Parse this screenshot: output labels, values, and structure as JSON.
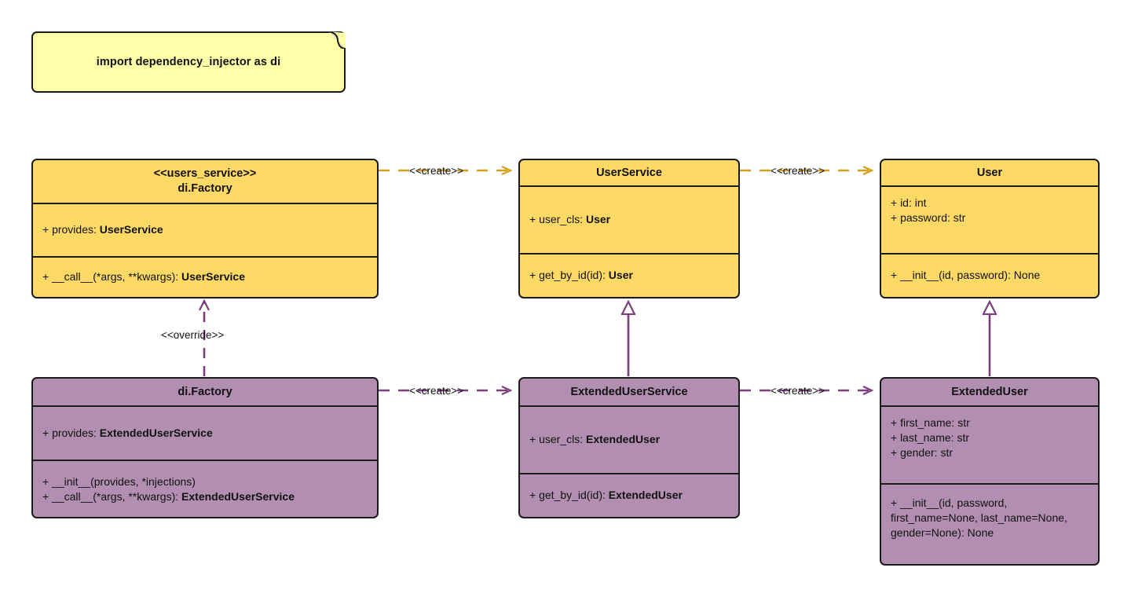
{
  "diagram": {
    "type": "uml-class-diagram",
    "background": "#ffffff",
    "palette": {
      "note_fill": "#ffffaa",
      "yellow_fill": "#ffd966",
      "purple_fill": "#b28fb0",
      "border": "#1b1b1b",
      "edge_yellow": "#d4a017",
      "edge_purple": "#7b3f7b",
      "text": "#111111"
    }
  },
  "note": {
    "text": "import dependency_injector as di"
  },
  "classes": {
    "users_service_factory": {
      "stereotype": "<<users_service>>",
      "title": "di.Factory",
      "attributes": [
        {
          "prefix": "+ provides: ",
          "bold": "UserService"
        }
      ],
      "methods": [
        {
          "prefix": "+ __call__(*args, **kwargs): ",
          "bold": "UserService"
        }
      ]
    },
    "user_service": {
      "stereotype": "",
      "title": "UserService",
      "attributes": [
        {
          "prefix": "+ user_cls: ",
          "bold": "User"
        }
      ],
      "methods": [
        {
          "prefix": "+ get_by_id(id): ",
          "bold": "User"
        }
      ]
    },
    "user": {
      "stereotype": "",
      "title": "User",
      "attributes": [
        {
          "prefix": "+ id: int",
          "bold": ""
        },
        {
          "prefix": "+ password: str",
          "bold": ""
        }
      ],
      "methods": [
        {
          "prefix": "+ __init__(id, password): None",
          "bold": ""
        }
      ]
    },
    "di_factory": {
      "stereotype": "",
      "title": "di.Factory",
      "attributes": [
        {
          "prefix": "+ provides: ",
          "bold": "ExtendedUserService"
        }
      ],
      "methods": [
        {
          "prefix": "+ __init__(provides, *injections)",
          "bold": ""
        },
        {
          "prefix": "+ __call__(*args, **kwargs): ",
          "bold": "ExtendedUserService"
        }
      ]
    },
    "extended_user_service": {
      "stereotype": "",
      "title": "ExtendedUserService",
      "attributes": [
        {
          "prefix": "+ user_cls: ",
          "bold": "ExtendedUser"
        }
      ],
      "methods": [
        {
          "prefix": "+ get_by_id(id): ",
          "bold": "ExtendedUser"
        }
      ]
    },
    "extended_user": {
      "stereotype": "",
      "title": "ExtendedUser",
      "attributes": [
        {
          "prefix": "+ first_name: str",
          "bold": ""
        },
        {
          "prefix": "+ last_name: str",
          "bold": ""
        },
        {
          "prefix": "+ gender: str",
          "bold": ""
        }
      ],
      "methods": [
        {
          "prefix": "+ __init__(id, password, first_name=None, last_name=None, gender=None): None",
          "bold": ""
        }
      ]
    }
  },
  "edges": {
    "create_top_left": {
      "label": "<<create>>",
      "style": "dashed",
      "color": "#d4a017",
      "arrow": "open"
    },
    "create_top_right": {
      "label": "<<create>>",
      "style": "dashed",
      "color": "#d4a017",
      "arrow": "open"
    },
    "create_bottom_left": {
      "label": "<<create>>",
      "style": "dashed",
      "color": "#7b3f7b",
      "arrow": "open"
    },
    "create_bottom_right": {
      "label": "<<create>>",
      "style": "dashed",
      "color": "#7b3f7b",
      "arrow": "open"
    },
    "override": {
      "label": "<<override>>",
      "style": "dashed",
      "color": "#7b3f7b",
      "arrow": "open"
    },
    "generalization_service": {
      "label": "",
      "style": "solid",
      "color": "#7b3f7b",
      "arrow": "hollow-triangle"
    },
    "generalization_user": {
      "label": "",
      "style": "solid",
      "color": "#7b3f7b",
      "arrow": "hollow-triangle"
    }
  }
}
